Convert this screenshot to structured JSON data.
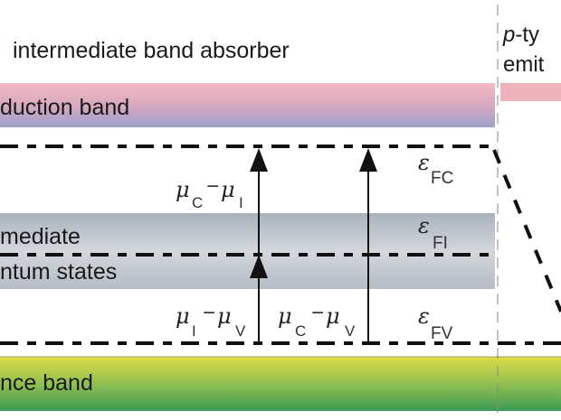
{
  "title": "intermediate band absorber",
  "emitter_label": {
    "line1_italic": "p",
    "line1_rest": "-ty",
    "line2": "emit"
  },
  "bands": {
    "conduction": "duction band",
    "intermediate_line1": "mediate",
    "intermediate_line2": "ntum states",
    "valence": "nce band"
  },
  "levels": {
    "fc": {
      "symbol": "ε",
      "sub": "FC"
    },
    "fi": {
      "symbol": "ε",
      "sub": "FI"
    },
    "fv": {
      "symbol": "ε",
      "sub": "FV"
    }
  },
  "transitions": {
    "ci": {
      "a": "μ",
      "a_sub": "C",
      "minus": "−",
      "b": "μ",
      "b_sub": "I"
    },
    "iv": {
      "a": "μ",
      "a_sub": "I",
      "minus": "−",
      "b": "μ",
      "b_sub": "V"
    },
    "cv": {
      "a": "μ",
      "a_sub": "C",
      "minus": "−",
      "b": "μ",
      "b_sub": "V"
    }
  },
  "colors": {
    "conduction_top": "#f0b8c0",
    "conduction_bottom": "#9aa0c8",
    "ib": "#b8c0c8",
    "valence_top": "#d8d850",
    "valence_bottom": "#3a9a50"
  }
}
